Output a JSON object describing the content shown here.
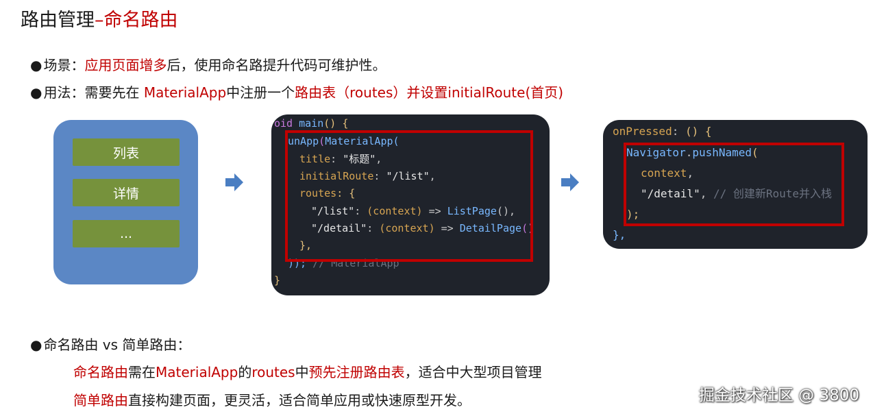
{
  "title": {
    "main": "路由管理",
    "dash": "–",
    "accent": "命名路由"
  },
  "bullets": {
    "b1": {
      "label": "场景：",
      "red": "应用页面增多",
      "rest": "后，使用命名路提升代码可维护性。"
    },
    "b2": {
      "label": "用法：需要先在 ",
      "red1": "MaterialApp",
      "mid": "中注册一个",
      "red2": "路由表（routes）并设置initialRoute(首页)"
    }
  },
  "list_panel": {
    "items": [
      "列表",
      "详情",
      "..."
    ]
  },
  "code1": {
    "l1a": "oid ",
    "l1b": "main",
    "l1c": "() {",
    "l2a": "unApp",
    "l2b": "(",
    "l2c": "MaterialApp",
    "l2d": "(",
    "l3a": "title",
    "l3b": ": ",
    "l3c": "\"标题\"",
    "l3d": ",",
    "l4a": "initialRoute",
    "l4b": ": ",
    "l4c": "\"/list\"",
    "l4d": ",",
    "l5a": "routes",
    "l5b": ": {",
    "l6a": "\"/list\"",
    "l6b": ": ",
    "l6c": "(context)",
    "l6d": " => ",
    "l6e": "ListPage",
    "l6f": "(),",
    "l7a": "\"/detail\"",
    "l7b": ": ",
    "l7c": "(context)",
    "l7d": " => ",
    "l7e": "DetailPage",
    "l7f": "()",
    "l8a": "},",
    "l9a": "));",
    "l9b": " // MaterialApp",
    "l10a": "}"
  },
  "code2": {
    "l1a": "onPressed",
    "l1b": ": ",
    "l1c": "() {",
    "l2a": "Navigator",
    "l2b": ".",
    "l2c": "pushNamed",
    "l2d": "(",
    "l3a": "context",
    "l3b": ",",
    "l4a": "\"/detail\"",
    "l4b": ", ",
    "l4c": "// 创建新Route并入栈",
    "l5a": ");",
    "l6a": "},"
  },
  "compare": {
    "heading": "命名路由 vs 简单路由：",
    "line1": {
      "r1": "命名路由",
      "t1": "需在",
      "r2": "MaterialApp",
      "t2": "的",
      "r3": "routes",
      "t3": "中",
      "r4": "预先注册路由表",
      "t4": "，适合中大型项目管理"
    },
    "line2": {
      "r1": "简单路由",
      "t1": "直接构建页面，更灵活，适合简单应用或快速原型开发。"
    }
  },
  "watermark": "掘金技术社区 @ 3800",
  "colors": {
    "accent": "#c00000",
    "panel_blue": "#5b87c5",
    "item_green": "#76923c",
    "code_bg": "#1f232b"
  }
}
